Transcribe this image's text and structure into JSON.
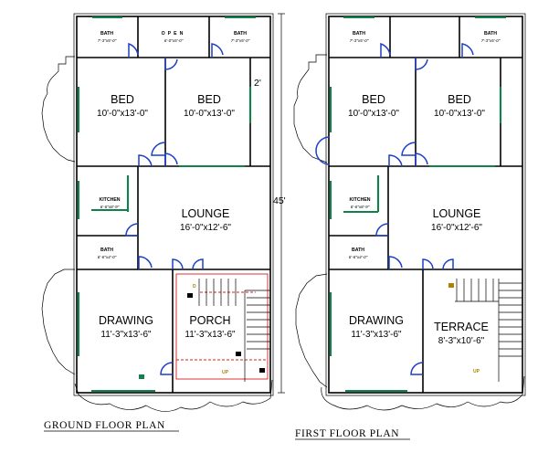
{
  "overall_depth": "45'",
  "colors": {
    "walls": "#000000",
    "windows": "#12804a",
    "doors": "#1c3fc8",
    "car_outline": "#d42020",
    "stair_marks": "#b08000"
  },
  "ground_floor": {
    "caption": "GROUND FLOOR PLAN",
    "shaft_dimension": "2'",
    "stair_marks": {
      "top": "D",
      "up": "UP"
    },
    "rooms": {
      "bath_left": {
        "name": "BATH",
        "size": "7'-3\"x5'-0\""
      },
      "open": {
        "name": "OPEN",
        "size": "6'-0\"x5'-0\""
      },
      "bath_right": {
        "name": "BATH",
        "size": "7'-3\"x5'-0\""
      },
      "bed_left": {
        "name": "BED",
        "size": "10'-0\"x13'-0\""
      },
      "bed_right": {
        "name": "BED",
        "size": "10'-0\"x13'-0\""
      },
      "kitchen": {
        "name": "KITCHEN",
        "size": "6'-6\"x8'-9\""
      },
      "bath_kitchen": {
        "name": "BATH",
        "size": "6'-6\"x4'-0\""
      },
      "lounge": {
        "name": "LOUNGE",
        "size": "16'-0\"x12'-6\""
      },
      "drawing": {
        "name": "DRAWING",
        "size": "11'-3\"x13'-6\""
      },
      "porch": {
        "name": "PORCH",
        "size": "11'-3\"x13'-6\""
      }
    }
  },
  "first_floor": {
    "caption": "FIRST FLOOR PLAN",
    "stair_marks": {
      "up": "UP"
    },
    "rooms": {
      "bath_left": {
        "name": "BATH",
        "size": "7'-3\"x5'-0\""
      },
      "bath_right": {
        "name": "BATH",
        "size": "7'-3\"x5'-0\""
      },
      "bed_left": {
        "name": "BED",
        "size": "10'-0\"x13'-0\""
      },
      "bed_right": {
        "name": "BED",
        "size": "10'-0\"x13'-0\""
      },
      "kitchen": {
        "name": "KITCHEN",
        "size": "6'-6\"x8'-9\""
      },
      "bath_kitchen": {
        "name": "BATH",
        "size": "6'-6\"x4'-0\""
      },
      "lounge": {
        "name": "LOUNGE",
        "size": "16'-0\"x12'-6\""
      },
      "drawing": {
        "name": "DRAWING",
        "size": "11'-3\"x13'-6\""
      },
      "terrace": {
        "name": "TERRACE",
        "size": "8'-3\"x10'-6\""
      }
    }
  }
}
